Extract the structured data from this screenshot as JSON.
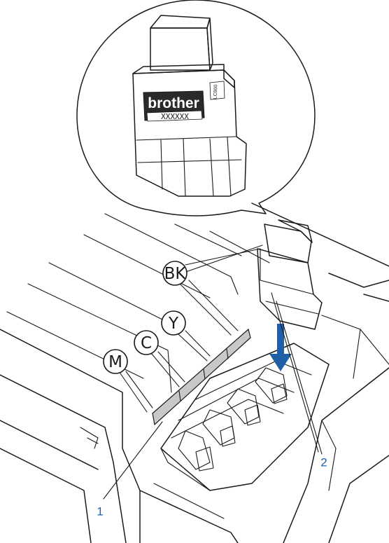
{
  "cartridge": {
    "brand": "brother",
    "code": "XXXXXX",
    "tag": "LC900"
  },
  "slot_labels": [
    {
      "id": "bk",
      "text": "BK"
    },
    {
      "id": "y",
      "text": "Y"
    },
    {
      "id": "c",
      "text": "C"
    },
    {
      "id": "m",
      "text": "M"
    }
  ],
  "callouts": [
    {
      "id": "1",
      "text": "1"
    },
    {
      "id": "2",
      "text": "2"
    }
  ],
  "colors": {
    "arrow": "#1f5fa6",
    "callout_number": "#1f5fa6",
    "label_strip": "#c8c8c8",
    "cartridge_body": "#cfcfcf",
    "line": "#1a1a1a"
  },
  "icons": {
    "insert_direction": "down-arrow-icon"
  }
}
